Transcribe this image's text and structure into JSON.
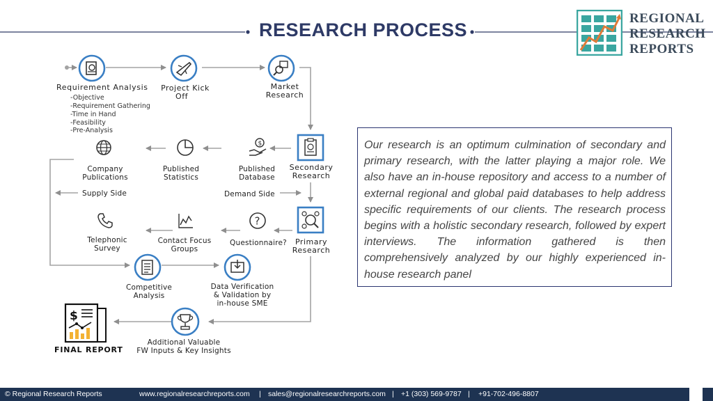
{
  "title": "RESEARCH PROCESS",
  "logo": {
    "line1": "REGIONAL",
    "line2": "RESEARCH",
    "line3": "REPORTS"
  },
  "steps": {
    "requirement_analysis": "Requirement Analysis",
    "requirement_details": [
      "-Objective",
      "-Requirement Gathering",
      "-Time in Hand",
      "-Feasibility",
      "-Pre-Analysis"
    ],
    "project_kick_off": [
      "Project Kick",
      "Off"
    ],
    "market_research": [
      "Market",
      "Research"
    ],
    "secondary_research": [
      "Secondary",
      "Research"
    ],
    "published_database": [
      "Published",
      "Database"
    ],
    "published_statistics": [
      "Published",
      "Statistics"
    ],
    "company_publications": [
      "Company",
      "Publications"
    ],
    "supply_side": "Supply Side",
    "demand_side": "Demand Side",
    "telephonic_survey": [
      "Telephonic",
      "Survey"
    ],
    "contact_focus_groups": [
      "Contact Focus",
      "Groups"
    ],
    "questionnaire": "Questionnaire?",
    "primary_research": [
      "Primary",
      "Research"
    ],
    "competitive_analysis": [
      "Competitive",
      "Analysis"
    ],
    "data_verification": [
      "Data Verification",
      "& Validation by",
      "in-house SME"
    ],
    "additional_inputs": [
      "Additional Valuable",
      "FW Inputs & Key Insights"
    ],
    "final_report": "FINAL REPORT"
  },
  "description": "Our research is an optimum culmination of secondary and primary research, with the latter playing a major role. We also have an in-house repository and access to a number of external regional and global paid databases to help address specific requirements of our clients. The research process begins with a holistic secondary research, followed by expert interviews. The information gathered is then comprehensively analyzed by our highly experienced in-house research panel",
  "footer": {
    "copyright": "© Regional Research Reports",
    "website": "www.regionalresearchreports.com",
    "sep1": "|",
    "email": "sales@regionalresearchreports.com",
    "sep2": "|",
    "phone1": "+1 (303) 569-9787",
    "sep3": "|",
    "phone2": "+91-702-496-8807"
  },
  "colors": {
    "navy": "#2e3a66",
    "icon_ring": "#3a7fc4",
    "arrow": "#9a9a9a",
    "footer_bg": "#1e3352",
    "logo_teal": "#3aa6a0",
    "logo_orange": "#e07b39"
  }
}
